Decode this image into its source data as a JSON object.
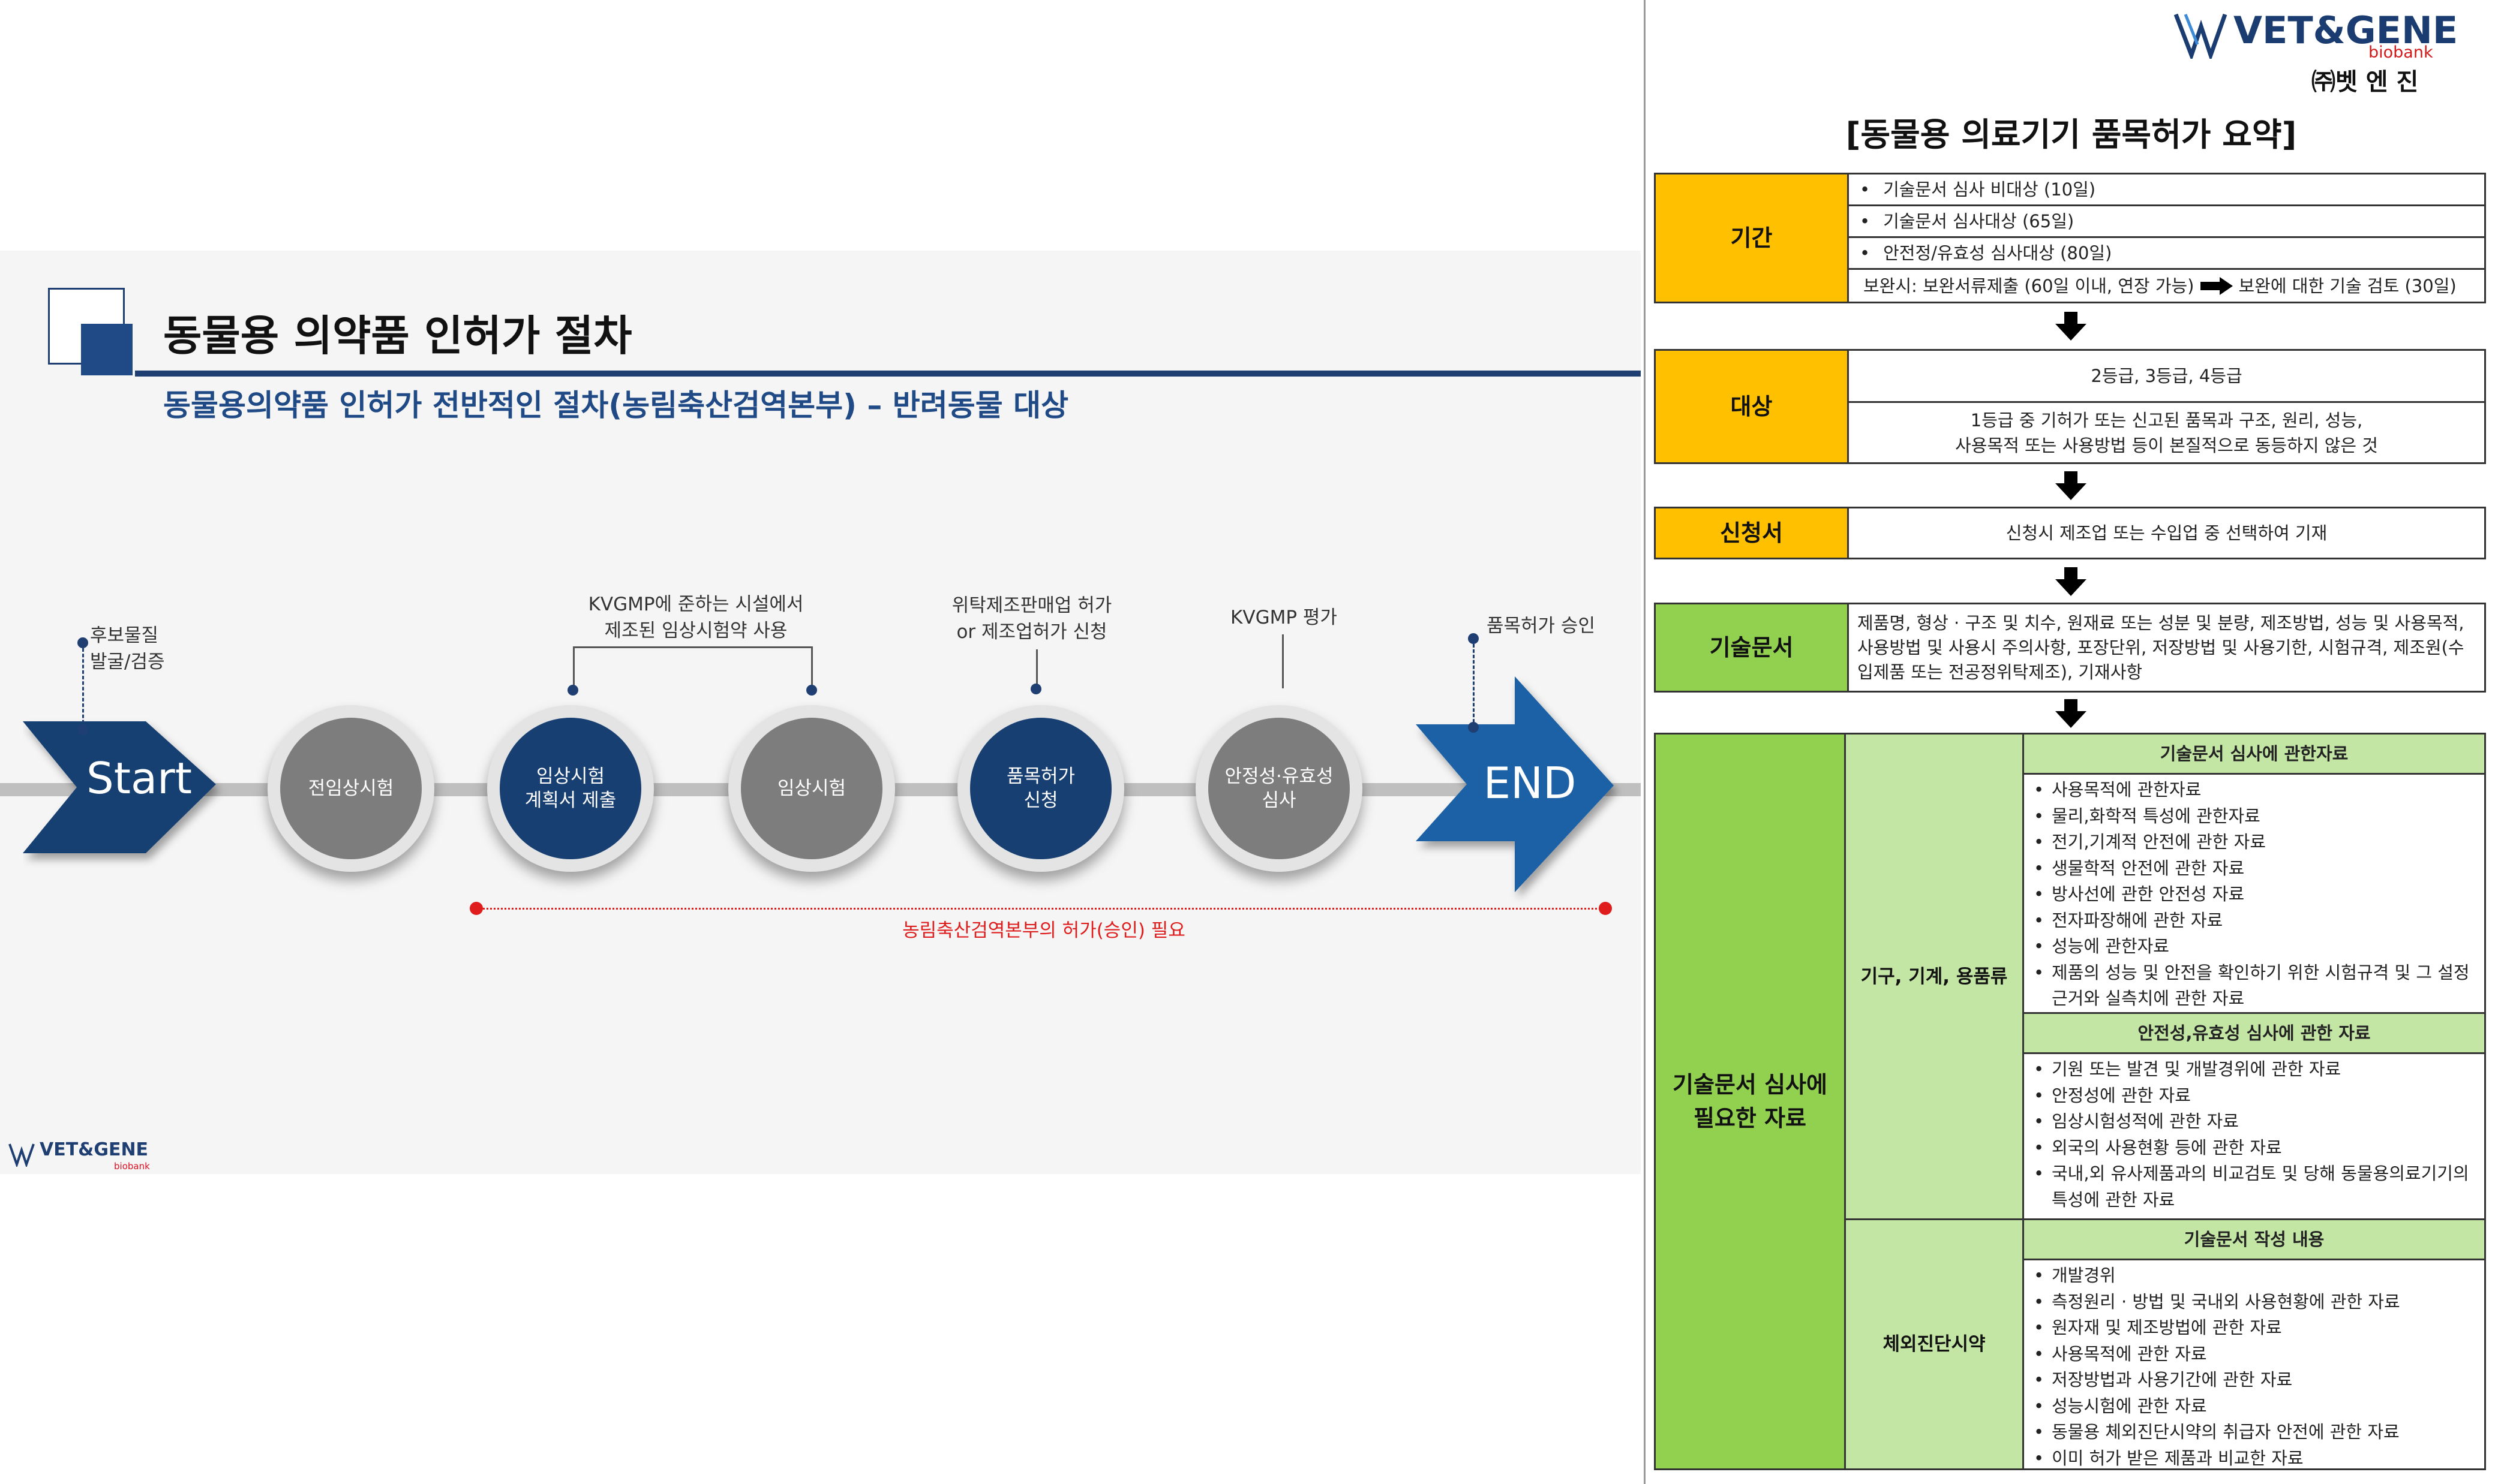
{
  "slide": {
    "title": "동물용 의약품 인허가 절차",
    "subtitle": "동물용의약품 인허가 전반적인 절차(농림축산검역본부) – 반려동물 대상",
    "start_label": "Start",
    "end_label": "END",
    "steps": [
      {
        "label": "전임상시험"
      },
      {
        "label": "임상시험\n계획서 제출"
      },
      {
        "label": "임상시험"
      },
      {
        "label": "품목허가\n신청"
      },
      {
        "label": "안정성·유효성\n심사"
      }
    ],
    "notes": {
      "candidate": "후보물질\n발굴/검증",
      "kvgmp_facility": "KVGMP에 준하는 시설에서\n제조된 임상시험약 사용",
      "license": "위탁제조판매업 허가\nor 제조업허가 신청",
      "kvgmp_eval": "KVGMP 평가",
      "approval": "품목허가 승인"
    },
    "approval_required": "농림축산검역본부의 허가(승인) 필요",
    "logo": "VET&GENE",
    "logo_sub": "biobank",
    "colors": {
      "navy": "#1f3f73",
      "grey_step": "#7d7d7d",
      "red": "#e01d1d"
    }
  },
  "doc": {
    "brand": "VET&GENE",
    "brand_sub": "biobank",
    "brand_kr": "㈜벳 엔 진",
    "title": "[동물용 의료기기 품목허가 요약]",
    "period": {
      "label": "기간",
      "rows": [
        "기술문서 심사 비대상 (10일)",
        "기술문서 심사대상 (65일)",
        "안전정/유효성 심사대상 (80일)"
      ],
      "supplement_a": "보완시: 보완서류제출 (60일 이내, 연장 가능)",
      "supplement_b": "보완에 대한 기술 검토 (30일)"
    },
    "target": {
      "label": "대상",
      "row1": "2등급, 3등급, 4등급",
      "row2": "1등급 중 기허가 또는 신고된 품목과 구조, 원리, 성능,\n사용목적 또는 사용방법 등이 본질적으로 동등하지 않은 것"
    },
    "application": {
      "label": "신청서",
      "text": "신청시 제조업 또는 수입업 중 선택하여 기재"
    },
    "tech_doc": {
      "label": "기술문서",
      "text": "제품명, 형상 · 구조 및 치수, 원재료 또는 성분 및 분량, 제조방법, 성능 및 사용목적, 사용방법 및 사용시 주의사항, 포장단위, 저장방법 및 사용기한, 시험규격, 제조원(수입제품 또는 전공정위탁제조), 기재사항"
    },
    "required": {
      "label": "기술문서 심사에\n필요한 자료",
      "devices_label": "기구, 기계, 용품류",
      "ivd_label": "체외진단시약",
      "section1_header": "기술문서 심사에 관한자료",
      "section1_items": [
        "사용목적에 관한자료",
        "물리,화학적 특성에 관한자료",
        "전기,기계적 안전에 관한 자료",
        "생물학적 안전에 관한 자료",
        "방사선에 관한 안전성 자료",
        "전자파장해에 관한 자료",
        "성능에 관한자료",
        "제품의 성능 및 안전을 확인하기 위한 시험규격 및 그 설정 근거와 실측치에 관한 자료"
      ],
      "section2_header": "안전성,유효성 심사에 관한 자료",
      "section2_items": [
        "기원 또는 발견 및 개발경위에 관한 자료",
        "안정성에 관한 자료",
        "임상시험성적에 관한 자료",
        "외국의 사용현황 등에 관한 자료",
        "국내,외 유사제품과의 비교검토 및 당해 동물용의료기기의 특성에 관한 자료"
      ],
      "section3_header": "기술문서 작성 내용",
      "section3_items": [
        "개발경위",
        "측정원리 · 방법 및 국내외 사용현황에 관한 자료",
        "원자재 및 제조방법에 관한 자료",
        "사용목적에 관한 자료",
        "저장방법과 사용기간에 관한 자료",
        "성능시험에 관한 자료",
        "동물용 체외진단시약의 취급자 안전에 관한 자료",
        "이미 허가 받은 제품과 비교한 자료"
      ]
    },
    "colors": {
      "yellow": "#ffc000",
      "green": "#92d050",
      "light_green": "#c4e6a5"
    }
  }
}
